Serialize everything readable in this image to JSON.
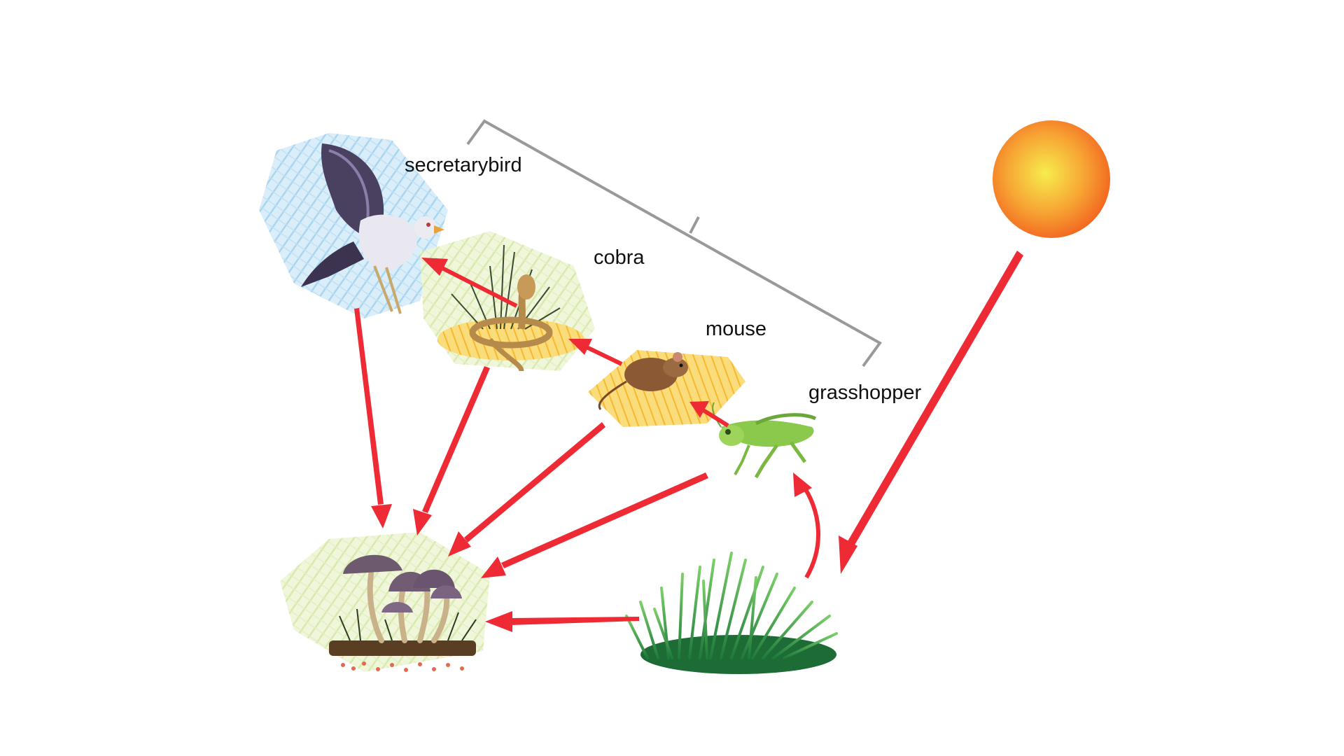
{
  "labels": {
    "secretarybird": "secretarybird",
    "cobra": "cobra",
    "mouse": "mouse",
    "grasshopper": "grasshopper"
  },
  "organisms": [
    {
      "id": "sun",
      "icon": "sun-icon"
    },
    {
      "id": "grass",
      "icon": "grass-icon"
    },
    {
      "id": "grasshopper",
      "icon": "grasshopper-icon"
    },
    {
      "id": "mouse",
      "icon": "mouse-icon"
    },
    {
      "id": "cobra",
      "icon": "cobra-icon"
    },
    {
      "id": "secretarybird",
      "icon": "secretarybird-icon"
    },
    {
      "id": "mushrooms",
      "icon": "mushroom-icon"
    }
  ],
  "energy_flows": [
    {
      "from": "sun",
      "to": "grass"
    },
    {
      "from": "grass",
      "to": "grasshopper"
    },
    {
      "from": "grasshopper",
      "to": "mouse"
    },
    {
      "from": "mouse",
      "to": "cobra"
    },
    {
      "from": "cobra",
      "to": "secretarybird"
    },
    {
      "from": "secretarybird",
      "to": "mushrooms"
    },
    {
      "from": "cobra",
      "to": "mushrooms"
    },
    {
      "from": "mouse",
      "to": "mushrooms"
    },
    {
      "from": "grasshopper",
      "to": "mushrooms"
    },
    {
      "from": "grass",
      "to": "mushrooms"
    }
  ],
  "colors": {
    "arrow": "#ee2a35",
    "bracket": "#999999",
    "sun_core": "#f7e84a",
    "sun_edge": "#f26a1f"
  }
}
